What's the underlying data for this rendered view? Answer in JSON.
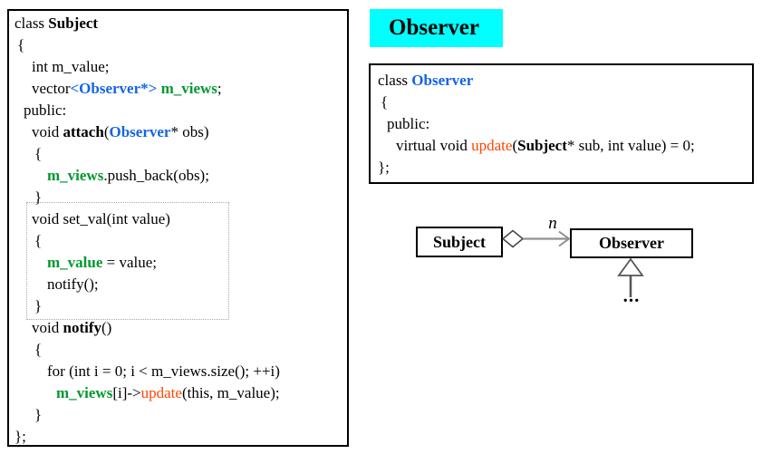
{
  "colors": {
    "type_blue": "#1464e6",
    "member_green": "#009930",
    "update_orange": "#ff4500",
    "title_bg_cyan": "#00ffff",
    "association_line_gray": "#909090",
    "inheritance_gray": "#555555"
  },
  "title": {
    "label": "Observer"
  },
  "subject_code": {
    "lines": [
      {
        "indent": 6,
        "seg": [
          [
            "plain",
            "class "
          ],
          [
            "bold",
            "Subject"
          ]
        ]
      },
      {
        "indent": 9,
        "seg": [
          [
            "plain",
            "{"
          ]
        ]
      },
      {
        "indent": 25,
        "seg": [
          [
            "plain",
            "int m_value;"
          ]
        ]
      },
      {
        "indent": 25,
        "seg": [
          [
            "plain",
            "vector"
          ],
          [
            "blue",
            "<Observer*>"
          ],
          [
            "plain",
            " "
          ],
          [
            "green",
            "m_views"
          ],
          [
            "plain",
            ";"
          ]
        ]
      },
      {
        "indent": 16,
        "seg": [
          [
            "plain",
            "public:"
          ]
        ]
      },
      {
        "indent": 25,
        "seg": [
          [
            "plain",
            "void "
          ],
          [
            "bold",
            "attach"
          ],
          [
            "plain",
            "("
          ],
          [
            "blue",
            "Observer"
          ],
          [
            "plain",
            "* obs)"
          ]
        ]
      },
      {
        "indent": 28,
        "seg": [
          [
            "plain",
            "{"
          ]
        ]
      },
      {
        "indent": 42,
        "seg": [
          [
            "green",
            "m_views"
          ],
          [
            "plain",
            ".push_back(obs);"
          ]
        ]
      },
      {
        "indent": 28,
        "seg": [
          [
            "plain",
            "}"
          ]
        ]
      },
      {
        "indent": 25,
        "seg": [
          [
            "plain",
            "void set_val(int value)"
          ]
        ]
      },
      {
        "indent": 28,
        "seg": [
          [
            "plain",
            "{"
          ]
        ]
      },
      {
        "indent": 42,
        "seg": [
          [
            "green",
            "m_value"
          ],
          [
            "plain",
            " = value;"
          ]
        ]
      },
      {
        "indent": 42,
        "seg": [
          [
            "plain",
            "notify();"
          ]
        ]
      },
      {
        "indent": 28,
        "seg": [
          [
            "plain",
            "}"
          ]
        ]
      },
      {
        "indent": 25,
        "seg": [
          [
            "plain",
            "void "
          ],
          [
            "bold",
            "notify"
          ],
          [
            "plain",
            "()"
          ]
        ]
      },
      {
        "indent": 28,
        "seg": [
          [
            "plain",
            "{"
          ]
        ]
      },
      {
        "indent": 42,
        "seg": [
          [
            "plain",
            "for (int i = 0; i < m_views.size(); ++i)"
          ]
        ]
      },
      {
        "indent": 52,
        "seg": [
          [
            "green",
            "m_views"
          ],
          [
            "plain",
            "[i]->"
          ],
          [
            "orange",
            "update"
          ],
          [
            "plain",
            "(this, m_value);"
          ]
        ]
      },
      {
        "indent": 28,
        "seg": [
          [
            "plain",
            "}"
          ]
        ]
      },
      {
        "indent": 6,
        "seg": [
          [
            "plain",
            "};"
          ]
        ]
      }
    ]
  },
  "observer_code": {
    "lines": [
      {
        "indent": 8,
        "seg": [
          [
            "plain",
            "class "
          ],
          [
            "blue",
            "Observer"
          ]
        ]
      },
      {
        "indent": 11,
        "seg": [
          [
            "plain",
            "{"
          ]
        ]
      },
      {
        "indent": 18,
        "seg": [
          [
            "plain",
            "public:"
          ]
        ]
      },
      {
        "indent": 28,
        "seg": [
          [
            "plain",
            "virtual void "
          ],
          [
            "orange",
            "update"
          ],
          [
            "plain",
            "("
          ],
          [
            "bold",
            "Subject"
          ],
          [
            "plain",
            "* sub, int value) = 0;"
          ]
        ]
      },
      {
        "indent": 8,
        "seg": [
          [
            "plain",
            "};"
          ]
        ]
      }
    ]
  },
  "uml": {
    "subject_label": "Subject",
    "observer_label": "Observer",
    "multiplicity": "n",
    "ellipsis": "...",
    "aggregation_icon": "hollow-diamond",
    "arrow_icon": "open-arrowhead",
    "inheritance_icon": "hollow-triangle"
  }
}
